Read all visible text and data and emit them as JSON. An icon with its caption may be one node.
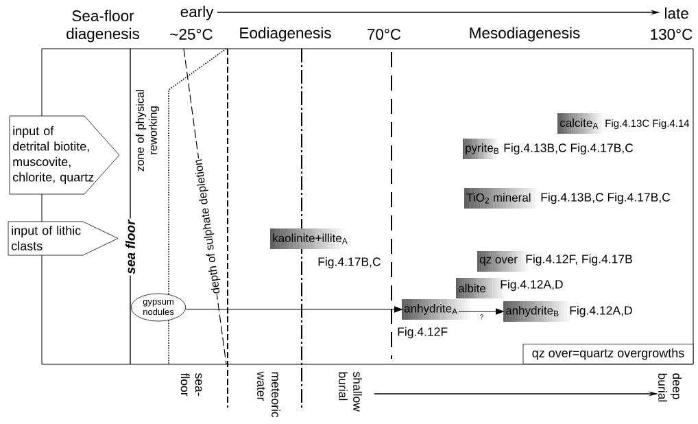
{
  "diagram": {
    "nodes": [
      {
        "text": [
          "input of detrital biotite, muscovite, chlorite, quartz"
        ]
      },
      {
        "text": [
          "input of lithic clasts"
        ]
      },
      {
        "text": [
          "gypsum nodules"
        ]
      },
      {
        "text": [
          "kaolinite+illite$_{A}$"
        ],
        "beside": [
          "Fig.4.17B,C"
        ]
      },
      {
        "text": [
          "calcite$_{A}$"
        ],
        "beside": [
          "Fig.4.13C Fig.4.14"
        ]
      },
      {
        "text": [
          "pyrite$_{B}$"
        ],
        "beside": [
          "Fig.4.13B,C Fig.4.17B,C"
        ]
      },
      {
        "text": [
          "TiO$_{2}$ mineral"
        ],
        "beside": [
          "Fig.4.13B,C Fig.4.17B,C"
        ]
      },
      {
        "text": [
          "qz over"
        ],
        "beside": [
          "Fig.4.12F, Fig.4.17B"
        ]
      },
      {
        "text": [
          "albite"
        ],
        "beside": [
          "Fig.4.12A,D"
        ]
      },
      {
        "text": [
          "anhydrite$_{A}$"
        ],
        "beside": [
          "Fig.4.12F"
        ]
      },
      {
        "text": [
          "anhydrite$_{B}$"
        ],
        "beside": [
          "Fig.4.12A,D"
        ]
      },
      {
        "text": [
          "qz over=quartz overgrowths"
        ]
      }
    ],
    "edges": [
      {
        "from": 2,
        "to": 9,
        "arrow": "to"
      },
      {
        "from": 9,
        "to": 10,
        "arrow": "to",
        "label": "?"
      }
    ],
    "labels": [
      "Sea-floor diagenesis",
      "early",
      "late",
      "~25°C",
      "Eodiagenesis",
      "70°C",
      "Mesodiagenesis",
      "130°C",
      "zone of physical reworking",
      "sea floor",
      "depth of sulphate depletion",
      "sea-floor",
      "meteoric water",
      "shallow burial",
      "deep burial"
    ]
  }
}
